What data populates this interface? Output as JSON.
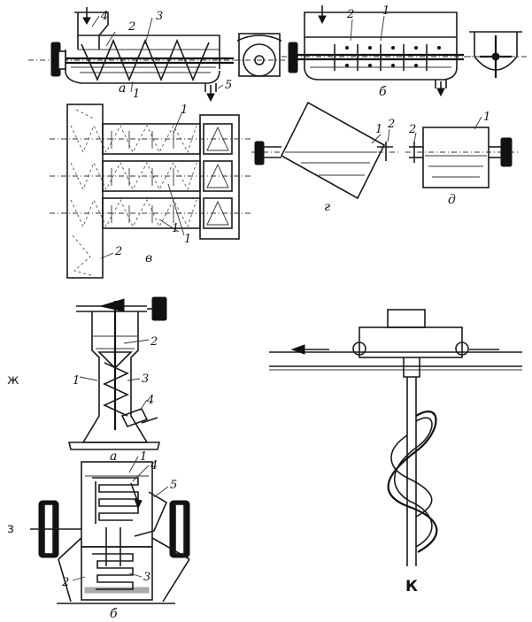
{
  "figures": {
    "a": {
      "letter": "а",
      "callouts": [
        "1",
        "2",
        "3",
        "4",
        "5"
      ]
    },
    "b": {
      "letter": "б",
      "callouts": [
        "1",
        "2"
      ]
    },
    "v": {
      "letter": "в",
      "callouts": [
        "1",
        "1",
        "1",
        "2"
      ]
    },
    "g": {
      "letter": "г",
      "callouts": [
        "1",
        "2"
      ]
    },
    "d": {
      "letter": "д",
      "callouts": [
        "1",
        "2"
      ]
    },
    "zh": {
      "group": "ж",
      "letter": "а",
      "callouts": [
        "1",
        "2",
        "3",
        "4"
      ]
    },
    "z": {
      "group": "з",
      "letter": "б",
      "callouts": [
        "1",
        "2",
        "3",
        "4",
        "5"
      ]
    },
    "k": {
      "letter": "К"
    }
  }
}
